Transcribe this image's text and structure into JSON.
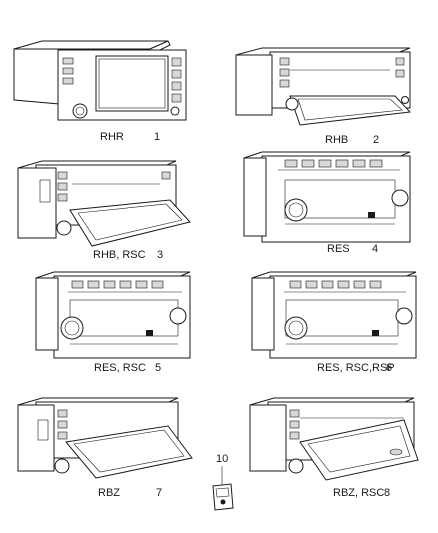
{
  "parts": [
    {
      "ref": "1",
      "label": "RHR",
      "kind": "flat-screen"
    },
    {
      "ref": "2",
      "label": "RHB",
      "kind": "flip-screen"
    },
    {
      "ref": "3",
      "label": "RHB, RSC",
      "kind": "flip-screen"
    },
    {
      "ref": "4",
      "label": "RES",
      "kind": "button-radio"
    },
    {
      "ref": "5",
      "label": "RES, RSC",
      "kind": "button-radio"
    },
    {
      "ref": "6",
      "label": "RES, RSC,RSP",
      "kind": "button-radio"
    },
    {
      "ref": "7",
      "label": "RBZ",
      "kind": "flip-screen"
    },
    {
      "ref": "8",
      "label": "RBZ, RSC",
      "kind": "flip-screen"
    },
    {
      "ref": "10",
      "label": "",
      "kind": "sd-card"
    }
  ]
}
